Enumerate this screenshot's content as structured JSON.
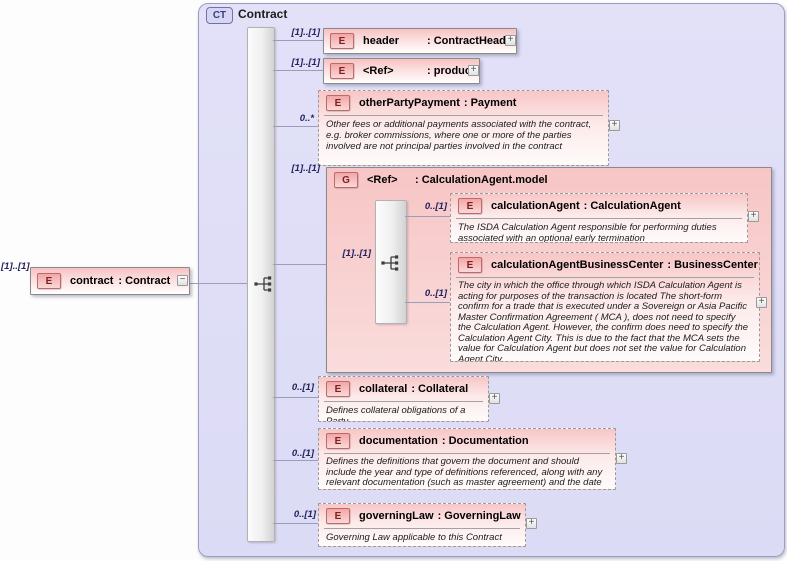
{
  "container": {
    "badge": "CT",
    "title": "Contract"
  },
  "icons": {
    "expand": "+",
    "collapse": "−"
  },
  "compositor": "sequence",
  "root": {
    "cardinality": "[1]..[1]",
    "badge": "E",
    "name": "contract",
    "type": ": Contract"
  },
  "children": [
    {
      "badge": "E",
      "cardinality": "[1]..[1]",
      "name": "header",
      "type": ": ContractHeader"
    },
    {
      "badge": "E",
      "cardinality": "[1]..[1]",
      "name": "<Ref>",
      "type": ": product"
    },
    {
      "badge": "E",
      "cardinality": "0..*",
      "name": "otherPartyPayment",
      "type": ": Payment",
      "annotation": "Other fees or additional payments associated with the contract, e.g. broker commissions, where one or more of the parties involved are not principal parties involved in the contract"
    },
    {
      "badge": "G",
      "cardinality": "[1]..[1]",
      "name": "<Ref>",
      "type": ": CalculationAgent.model",
      "compositor_cardinality": "[1]..[1]",
      "children": [
        {
          "badge": "E",
          "cardinality": "0..[1]",
          "name": "calculationAgent",
          "type": ": CalculationAgent",
          "annotation": "The ISDA Calculation Agent responsible for performing duties associated with an optional early termination"
        },
        {
          "badge": "E",
          "cardinality": "0..[1]",
          "name": "calculationAgentBusinessCenter",
          "type": ": BusinessCenter",
          "annotation": "The city in which the office through which ISDA Calculation Agent is acting for purposes of the transaction is located The short-form confirm for a trade that is executed under a Sovereign or Asia Pacific Master Confirmation Agreement ( MCA ), does not need to specify the Calculation Agent. However, the confirm does need to specify the Calculation Agent City. This is due to the fact that the MCA sets the value for Calculation Agent but does not set the value for Calculation Agent City."
        }
      ]
    },
    {
      "badge": "E",
      "cardinality": "0..[1]",
      "name": "collateral",
      "type": ": Collateral",
      "annotation": "Defines collateral obligations of a Party"
    },
    {
      "badge": "E",
      "cardinality": "0..[1]",
      "name": "documentation",
      "type": ": Documentation",
      "annotation": "Defines the definitions that govern the document and should include the year and type of definitions referenced, along with any relevant documentation (such as master agreement) and the date it was signed"
    },
    {
      "badge": "E",
      "cardinality": "0..[1]",
      "name": "governingLaw",
      "type": ": GoverningLaw",
      "annotation": "Governing Law applicable to this Contract"
    }
  ]
}
